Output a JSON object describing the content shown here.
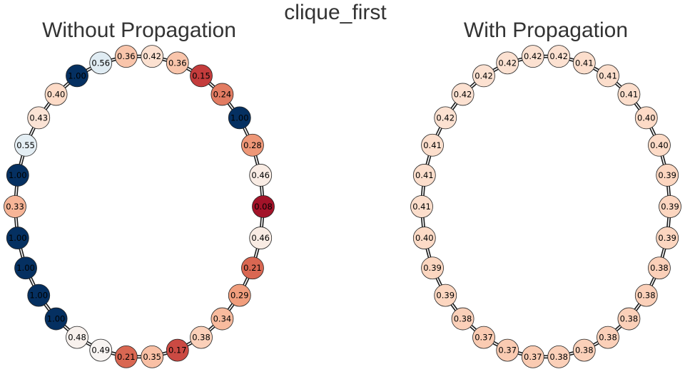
{
  "figure": {
    "title": "clique_first"
  },
  "panels": [
    {
      "title": "Without Propagation",
      "values": [
        0.42,
        0.36,
        0.15,
        0.24,
        1.0,
        0.28,
        0.46,
        0.08,
        0.46,
        0.21,
        0.29,
        0.34,
        0.38,
        0.17,
        0.35,
        0.21,
        0.49,
        0.48,
        1.0,
        1.0,
        1.0,
        1.0,
        0.33,
        1.0,
        0.55,
        0.43,
        0.4,
        1.0,
        0.56,
        0.36
      ]
    },
    {
      "title": "With Propagation",
      "values": [
        0.42,
        0.41,
        0.41,
        0.41,
        0.4,
        0.4,
        0.39,
        0.39,
        0.39,
        0.38,
        0.38,
        0.38,
        0.38,
        0.38,
        0.38,
        0.37,
        0.37,
        0.37,
        0.38,
        0.39,
        0.39,
        0.4,
        0.41,
        0.41,
        0.41,
        0.42,
        0.42,
        0.42,
        0.42,
        0.42
      ]
    }
  ],
  "colors": {
    "edge": "#1a1a1a",
    "node_outline": "#222222",
    "colormap": "RdBu",
    "colormap_stops": [
      "#67001f",
      "#b2182b",
      "#d6604d",
      "#f4a582",
      "#fddbc7",
      "#f7f7f7",
      "#d1e5f0",
      "#92c5de",
      "#4393c3",
      "#2166ac",
      "#053061"
    ]
  }
}
